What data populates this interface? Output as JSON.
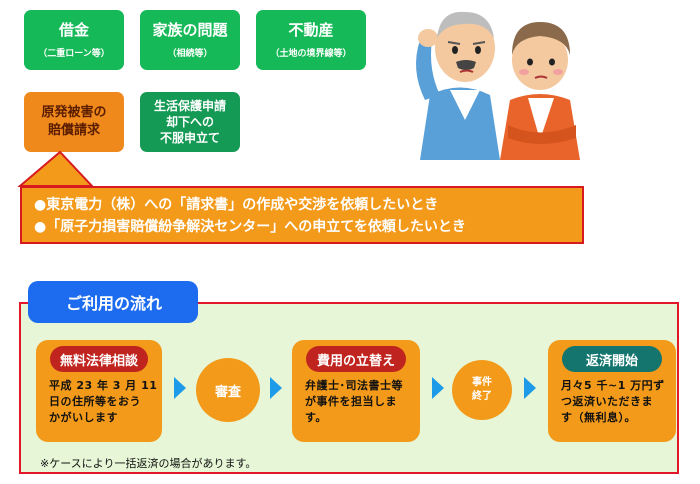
{
  "categories": [
    {
      "title": "借金",
      "sub": "（二重ローン等）"
    },
    {
      "title": "家族の問題",
      "sub": "（相続等）"
    },
    {
      "title": "不動産",
      "sub": "（土地の境界線等）"
    }
  ],
  "category_nuclear": {
    "line1": "原発被害の",
    "line2": "賠償請求"
  },
  "category_welfare": {
    "line1": "生活保護申請",
    "line2": "却下への",
    "line3": "不服申立て"
  },
  "callout": {
    "bullet1": "●東京電力（株）への「請求書」の作成や交渉を依頼したいとき",
    "bullet2": "●「原子力損害賠償紛争解決センター」への申立てを依頼したいとき"
  },
  "flow": {
    "title": "ご利用の流れ",
    "step1": {
      "label": "無料法律相談",
      "line1": "平成 23 年 3 月 11",
      "line2": "日の住所等をおう",
      "line3": "かがいします"
    },
    "review": "審査",
    "step2": {
      "label": "費用の立替え",
      "line1": "弁護士･司法書士等",
      "line2": "が事件を担当しま",
      "line3": "す。"
    },
    "case_end_1": "事件",
    "case_end_2": "終了",
    "step3": {
      "label": "返済開始",
      "line1": "月々5 千~1 万円ず",
      "line2": "つ返済いただきま",
      "line3": "す（無利息）。"
    },
    "note": "※ケースにより一括返済の場合があります。"
  },
  "colors": {
    "green": "#16b957",
    "orange": "#f39a1a",
    "red": "#e2182a",
    "blue": "#1d6cf0",
    "panel_bg": "#e6f6d6",
    "teal": "#159a55"
  },
  "illustration": {
    "people": "elderly-couple-worried"
  }
}
